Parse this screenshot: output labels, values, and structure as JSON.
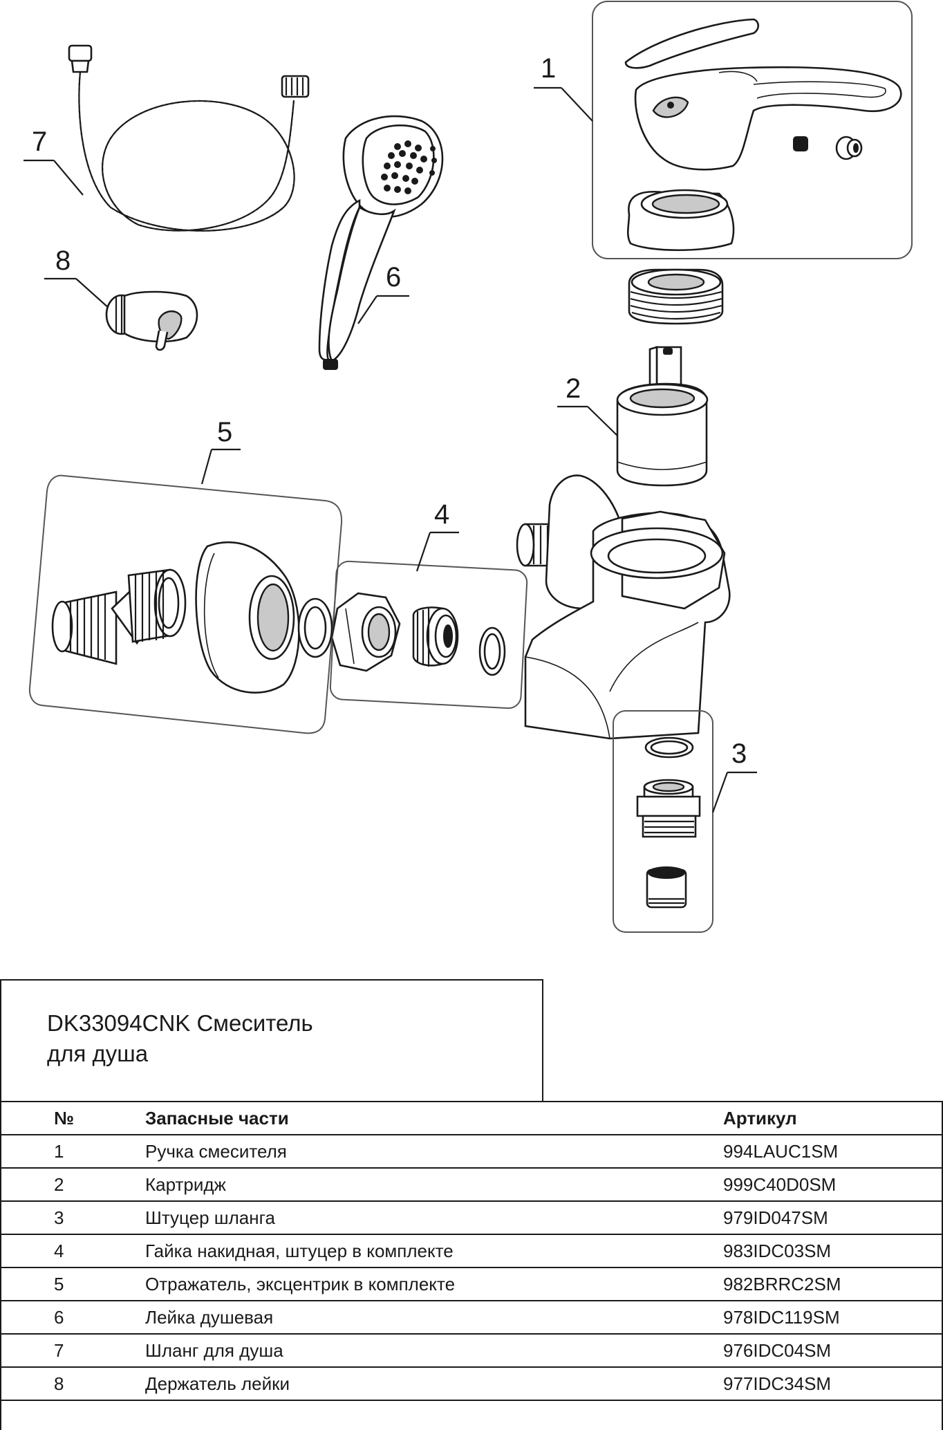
{
  "callouts": [
    "1",
    "2",
    "3",
    "4",
    "5",
    "6",
    "7",
    "8"
  ],
  "title": "DK33094CNK Смеситель\nдля душа",
  "table": {
    "headers": {
      "no": "№",
      "name": "Запасные части",
      "article": "Артикул"
    },
    "rows": [
      {
        "no": "1",
        "name": "Ручка смесителя",
        "article": "994LAUC1SM"
      },
      {
        "no": "2",
        "name": "Картридж",
        "article": "999C40D0SM"
      },
      {
        "no": "3",
        "name": "Штуцер шланга",
        "article": "979ID047SM"
      },
      {
        "no": "4",
        "name": "Гайка накидная, штуцер в комплекте",
        "article": "983IDC03SM"
      },
      {
        "no": "5",
        "name": "Отражатель, эксцентрик в комплекте",
        "article": "982BRRC2SM"
      },
      {
        "no": "6",
        "name": "Лейка душевая",
        "article": "978IDC119SM"
      },
      {
        "no": "7",
        "name": "Шланг для душа",
        "article": "976IDC04SM"
      },
      {
        "no": "8",
        "name": "Держатель лейки",
        "article": "977IDC34SM"
      }
    ]
  }
}
